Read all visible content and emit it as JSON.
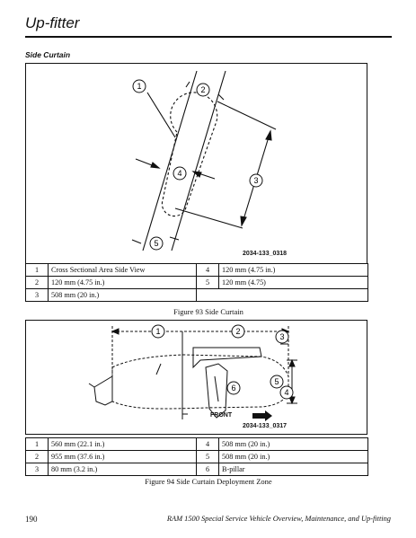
{
  "header": {
    "title": "Up-fitter"
  },
  "section": {
    "title": "Side Curtain"
  },
  "figure93": {
    "figure_id": "2034-133_0318",
    "callouts": [
      "1",
      "2",
      "3",
      "4",
      "5"
    ],
    "legend": [
      {
        "n1": "1",
        "t1": "Cross Sectional Area Side View",
        "n2": "4",
        "t2": "120 mm (4.75 in.)"
      },
      {
        "n1": "2",
        "t1": "120 mm (4.75 in.)",
        "n2": "5",
        "t2": "120 mm (4.75)"
      },
      {
        "n1": "3",
        "t1": "508 mm (20 in.)",
        "n2": "",
        "t2": ""
      }
    ],
    "caption": "Figure 93  Side Curtain"
  },
  "figure94": {
    "figure_id": "2034-133_0317",
    "front_label": "FRONT",
    "callouts": [
      "1",
      "2",
      "3",
      "4",
      "5",
      "6"
    ],
    "legend": [
      {
        "n1": "1",
        "t1": "560 mm (22.1 in.)",
        "n2": "4",
        "t2": "508 mm (20 in.)"
      },
      {
        "n1": "2",
        "t1": "955 mm (37.6 in.)",
        "n2": "5",
        "t2": "508 mm (20 in.)"
      },
      {
        "n1": "3",
        "t1": "80 mm (3.2 in.)",
        "n2": "6",
        "t2": "B-pillar"
      }
    ],
    "caption": "Figure 94  Side Curtain Deployment Zone"
  },
  "footer": {
    "page_number": "190",
    "doc_title": "RAM 1500 Special Service Vehicle Overview, Maintenance, and Up-fitting"
  }
}
